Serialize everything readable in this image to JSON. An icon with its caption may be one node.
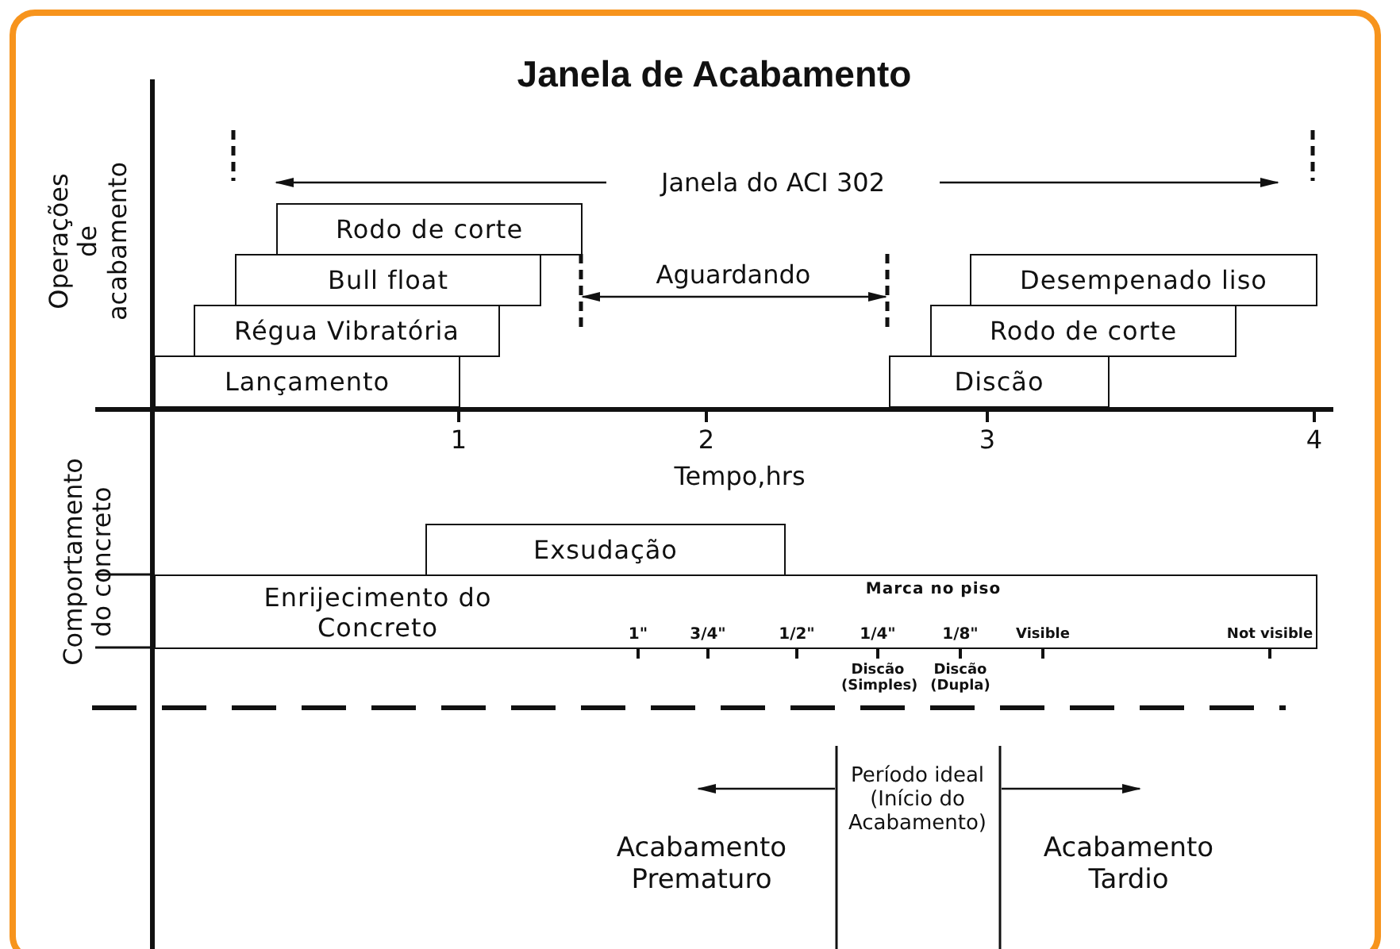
{
  "diagram": {
    "title": "Janela de Acabamento",
    "nodes": [
      {
        "text": [
          "Rodo de corte"
        ]
      },
      {
        "text": [
          "Bull float"
        ]
      },
      {
        "text": [
          "Régua Vibratória"
        ]
      },
      {
        "text": [
          "Lançamento"
        ]
      },
      {
        "text": [
          "Desempenado liso"
        ]
      },
      {
        "text": [
          "Rodo de corte"
        ]
      },
      {
        "text": [
          "Discão"
        ]
      },
      {
        "text": [
          "Exsudação"
        ]
      },
      {
        "text": [
          "Enrijecimento do Concreto",
          "Marca no piso"
        ]
      }
    ],
    "edges": [],
    "labels": [
      "Operações de acabamento",
      "Janela do ACI 302",
      "Aguardando",
      "1",
      "2",
      "3",
      "4",
      "Tempo,hrs",
      "Comportamento do concreto",
      "1\"",
      "3/4\"",
      "1/2\"",
      "1/4\"",
      "1/8\"",
      "Visible",
      "Not visible",
      "Discão (Simples)",
      "Discão (Dupla)",
      "Período ideal (Início do Acabamento)",
      "Acabamento Prematuro",
      "Acabamento Tardio"
    ]
  }
}
